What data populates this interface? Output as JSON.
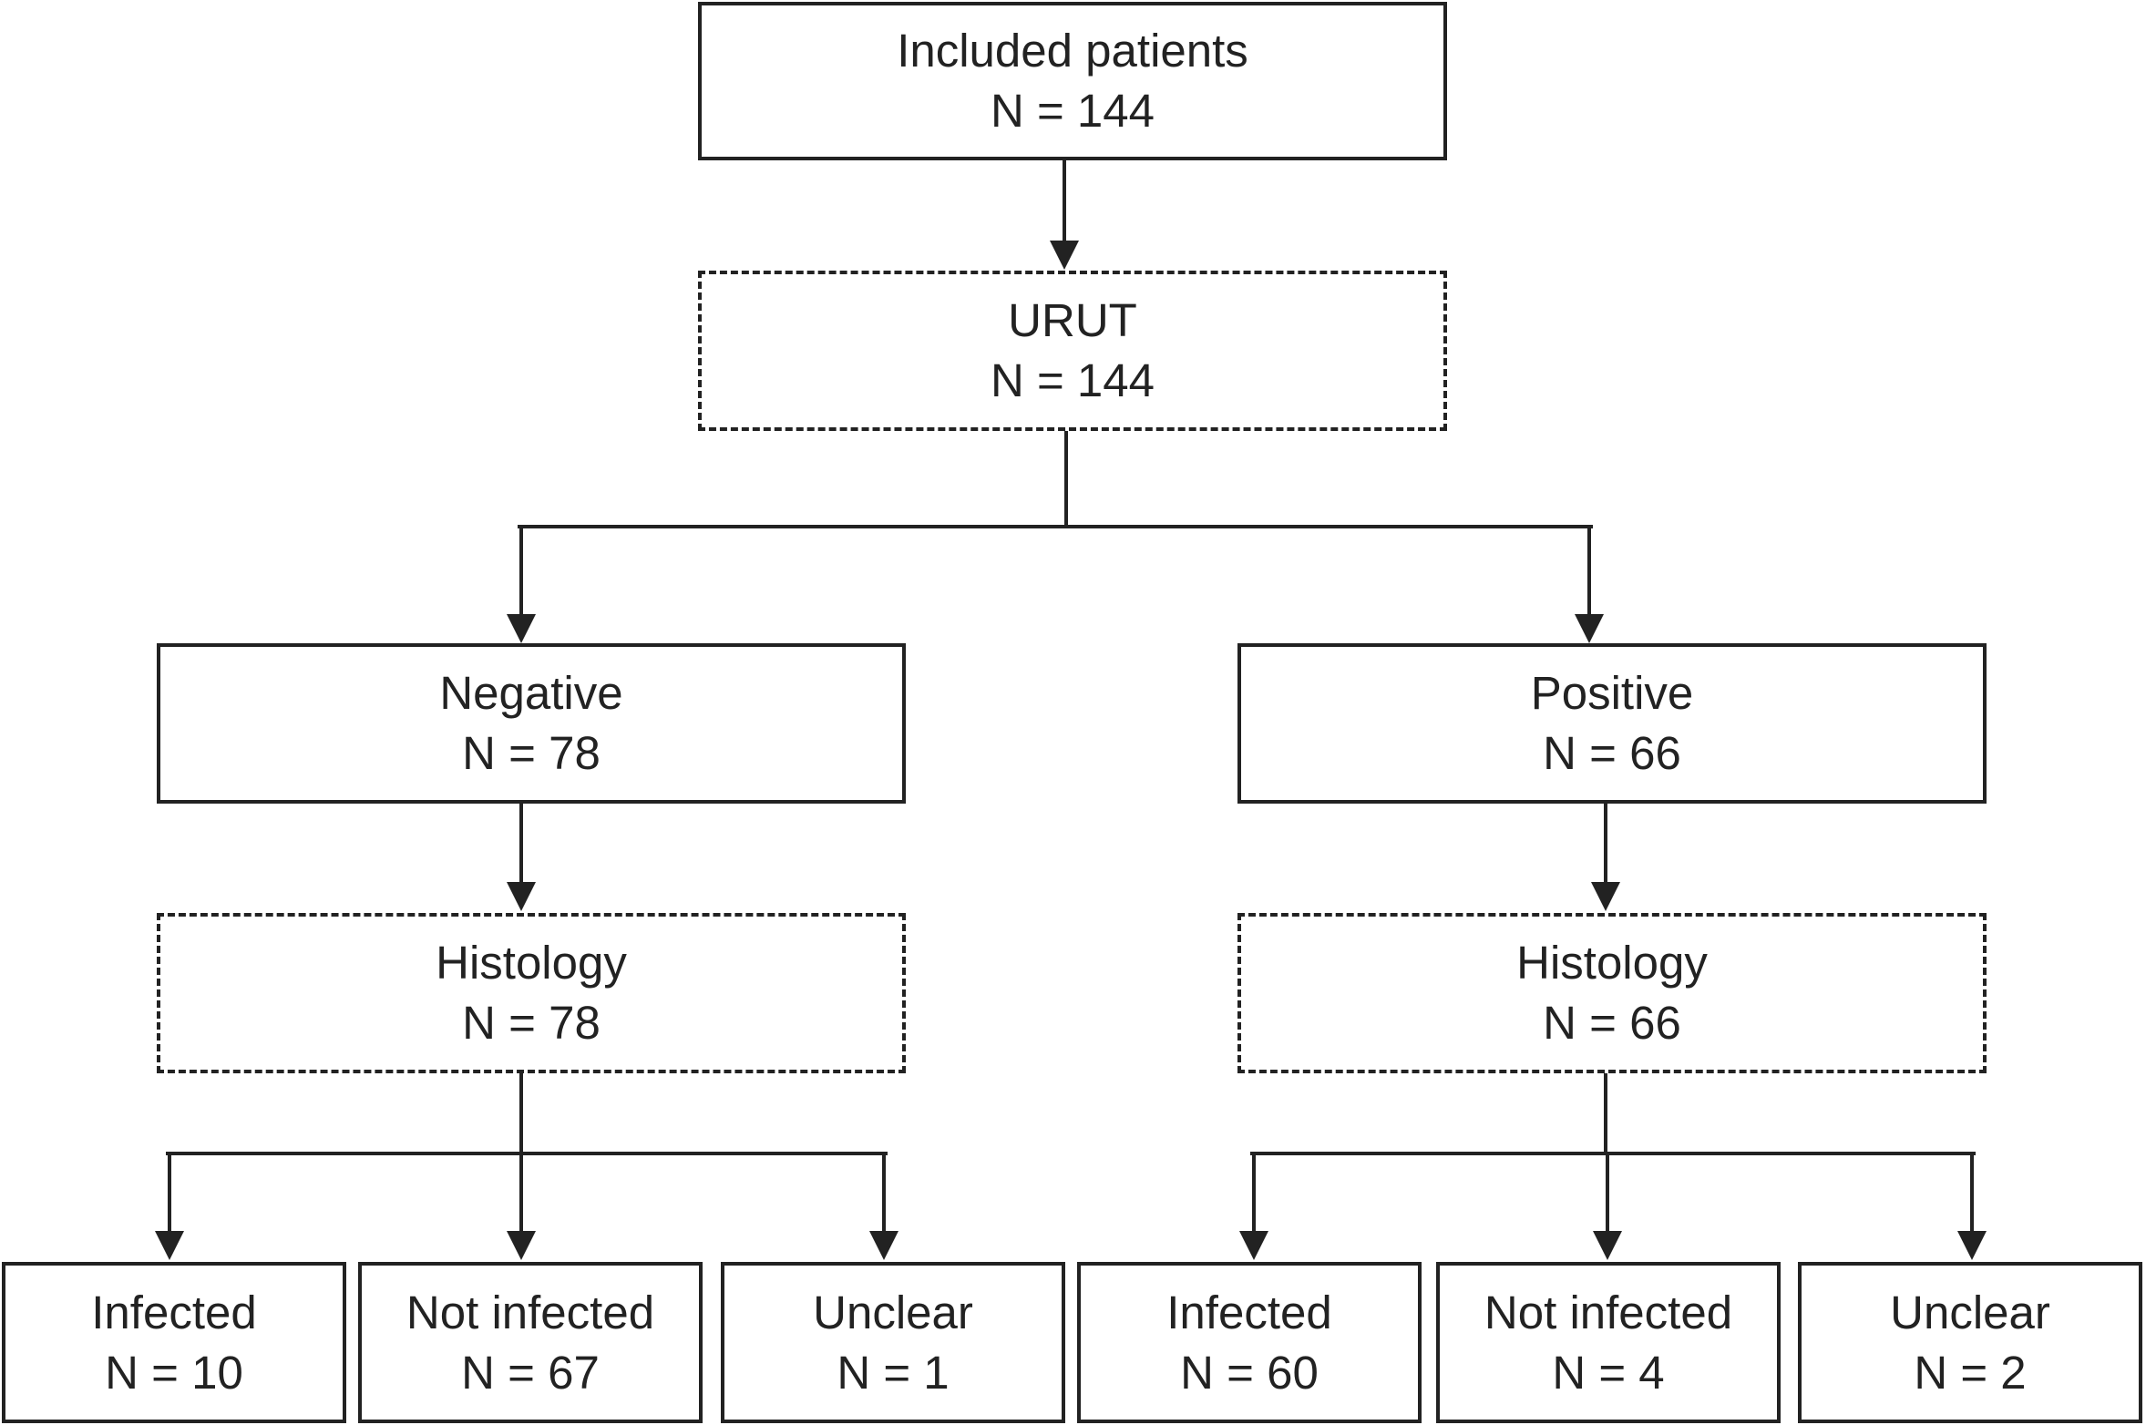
{
  "nodes": {
    "included": {
      "label": "Included patients",
      "count": "N = 144"
    },
    "urut": {
      "label": "URUT",
      "count": "N = 144"
    },
    "negative": {
      "label": "Negative",
      "count": "N = 78"
    },
    "positive": {
      "label": "Positive",
      "count": "N = 66"
    },
    "histology_neg": {
      "label": "Histology",
      "count": "N = 78"
    },
    "histology_pos": {
      "label": "Histology",
      "count": "N = 66"
    },
    "neg_infected": {
      "label": "Infected",
      "count": "N = 10"
    },
    "neg_not_infected": {
      "label": "Not infected",
      "count": "N = 67"
    },
    "neg_unclear": {
      "label": "Unclear",
      "count": "N = 1"
    },
    "pos_infected": {
      "label": "Infected",
      "count": "N = 60"
    },
    "pos_not_infected": {
      "label": "Not infected",
      "count": "N = 4"
    },
    "pos_unclear": {
      "label": "Unclear",
      "count": "N = 2"
    }
  },
  "colors": {
    "stroke": "#222222",
    "background": "#ffffff"
  }
}
